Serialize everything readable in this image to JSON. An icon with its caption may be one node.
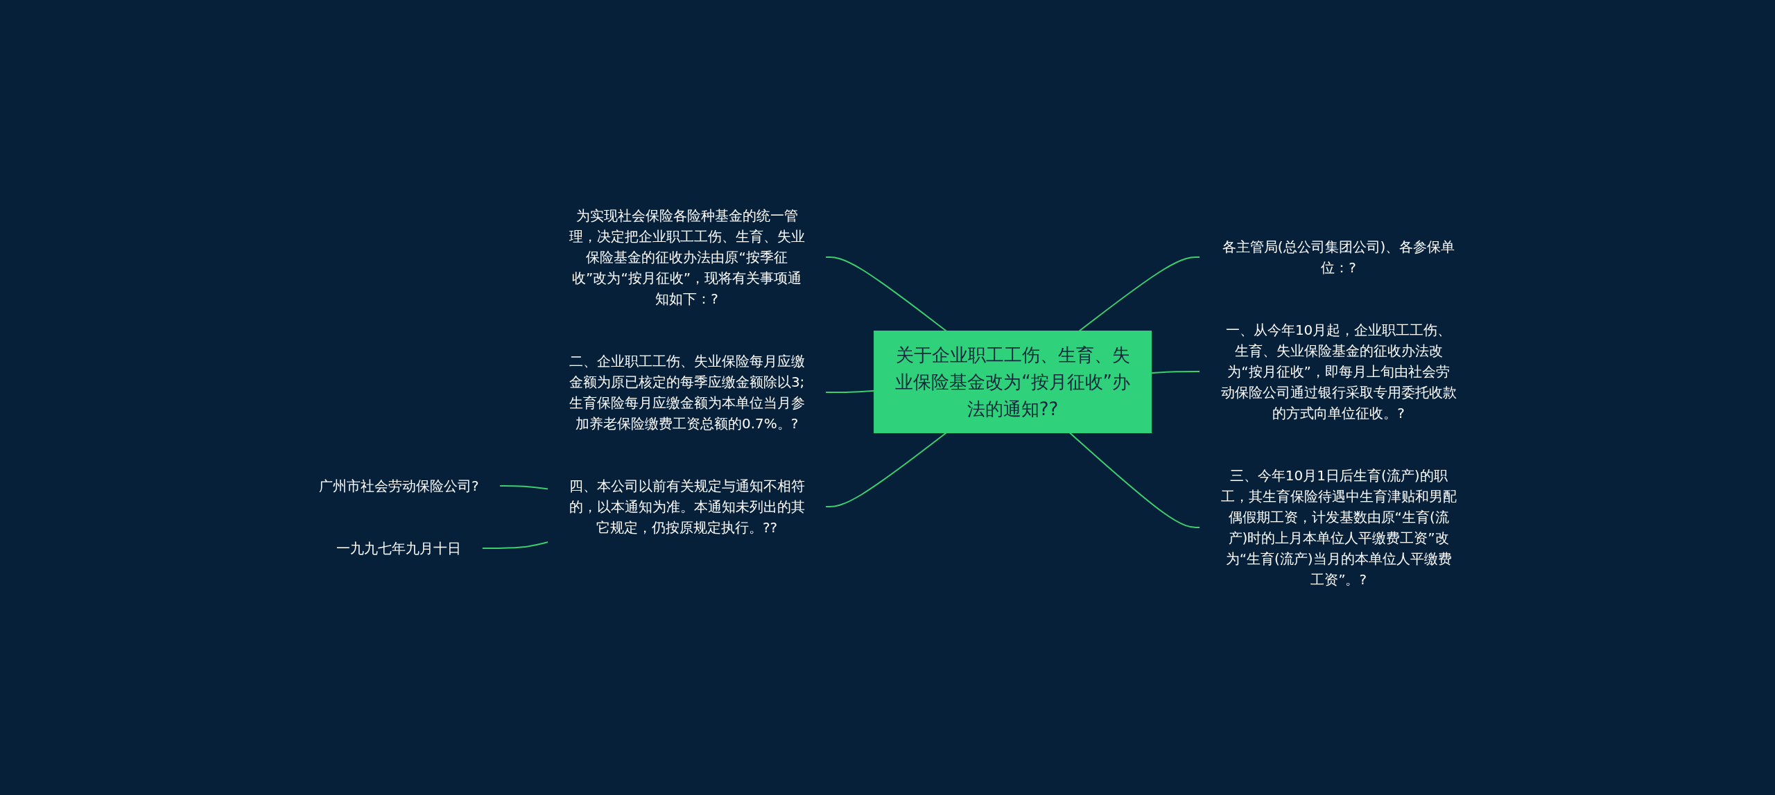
{
  "diagram": {
    "nodes": [
      {
        "text": [
          "关于企业职工工伤、生育、失业保险基金改为“按月征收”办法的通知??"
        ]
      },
      {
        "text": [
          "为实现社会保险各险种基金的统一管理，决定把企业职工工伤、生育、失业保险基金的征收办法由原“按季征收”改为“按月征收”，现将有关事项通知如下：?"
        ]
      },
      {
        "text": [
          "二、企业职工工伤、失业保险每月应缴金额为原已核定的每季应缴金额除以3;生育保险每月应缴金额为本单位当月参加养老保险缴费工资总额的0.7%。?"
        ]
      },
      {
        "text": [
          "四、本公司以前有关规定与通知不相符的，以本通知为准。本通知未列出的其它规定，仍按原规定执行。??"
        ]
      },
      {
        "text": [
          "广州市社会劳动保险公司?"
        ]
      },
      {
        "text": [
          "一九九七年九月十日"
        ]
      },
      {
        "text": [
          "各主管局(总公司集团公司)、各参保单位：?"
        ]
      },
      {
        "text": [
          "一、从今年10月起，企业职工工伤、生育、失业保险基金的征收办法改为“按月征收”，即每月上旬由社会劳动保险公司通过银行采取专用委托收款的方式向单位征收。?"
        ]
      },
      {
        "text": [
          "三、今年10月1日后生育(流产)的职工，其生育保险待遇中生育津贴和男配偶假期工资，计发基数由原“生育(流产)时的上月本单位人平缴费工资”改为“生育(流产)当月的本单位人平缴费工资”。?"
        ]
      }
    ],
    "edges": [
      {
        "from": 0,
        "to": 1,
        "arrow": "none"
      },
      {
        "from": 0,
        "to": 2,
        "arrow": "none"
      },
      {
        "from": 0,
        "to": 3,
        "arrow": "none"
      },
      {
        "from": 3,
        "to": 4,
        "arrow": "none"
      },
      {
        "from": 3,
        "to": 5,
        "arrow": "none"
      },
      {
        "from": 0,
        "to": 6,
        "arrow": "none"
      },
      {
        "from": 0,
        "to": 7,
        "arrow": "none"
      },
      {
        "from": 0,
        "to": 8,
        "arrow": "none"
      }
    ]
  }
}
